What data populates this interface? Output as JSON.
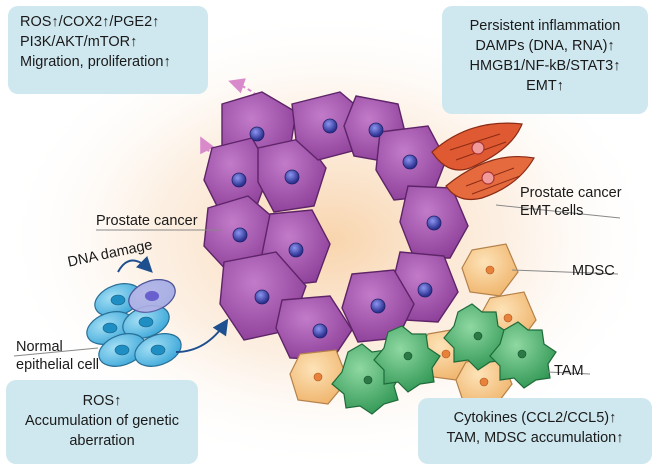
{
  "boxes": {
    "top_left": [
      "ROS↑/COX2↑/PGE2↑",
      "PI3K/AKT/mTOR↑",
      "Migration, proliferation↑"
    ],
    "top_right": [
      "Persistent inflammation",
      "DAMPs (DNA, RNA)↑",
      "HMGB1/NF-kB/STAT3↑",
      "EMT↑"
    ],
    "bottom_left": [
      "ROS↑",
      "Accumulation of genetic",
      "aberration"
    ],
    "bottom_right": [
      "Cytokines (CCL2/CCL5)↑",
      "TAM, MDSC accumulation↑"
    ]
  },
  "labels": {
    "prostate_cancer": "Prostate cancer",
    "dna_damage": "DNA damage",
    "normal_cell_line1": "Normal",
    "normal_cell_line2": "epithelial cell",
    "emt_line1": "Prostate cancer",
    "emt_line2": "EMT cells",
    "mdsc": "MDSC",
    "tam": "TAM"
  },
  "colors": {
    "info_box": "#cfe8ef",
    "tumor_cell": "#9b4fa6",
    "tumor_nucleus": "#3a3fa3",
    "normal_cell": "#5dbde6",
    "emt_cell": "#d9532b",
    "mdsc_cell": "#f6c98a",
    "tam_cell": "#4caf6e",
    "glow": "#f8d9b8"
  }
}
